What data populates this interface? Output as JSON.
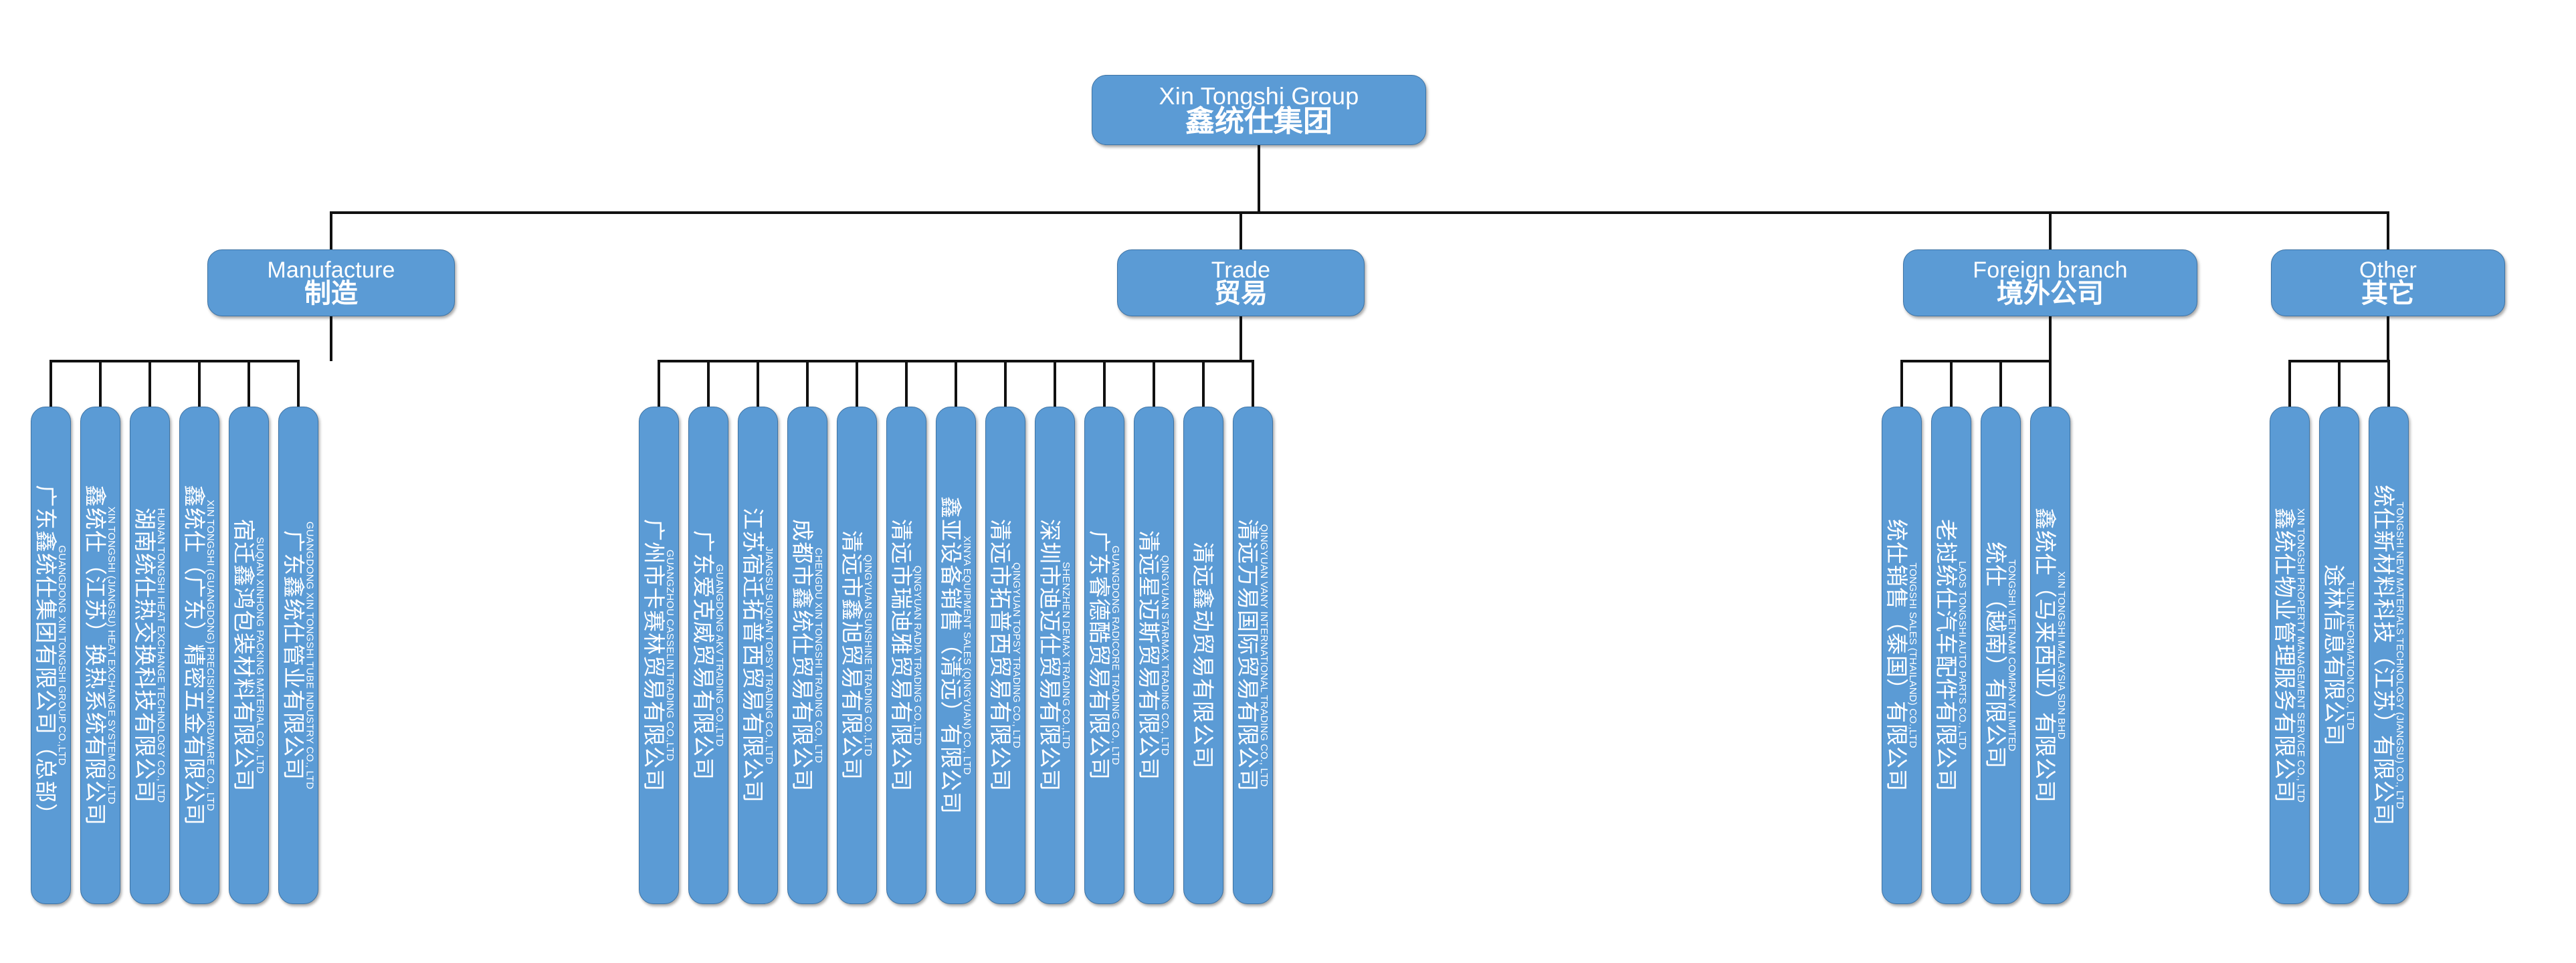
{
  "colors": {
    "node_fill": "#5b9bd5",
    "node_border": "#3d73a5",
    "node_text": "#ffffff",
    "connector": "#111111",
    "background": "#ffffff"
  },
  "chart_data": {
    "type": "diagram",
    "diagram_type": "organization-chart",
    "orientation": "top-down",
    "levels": 3,
    "node_count": 33
  },
  "root": {
    "en": "Xin Tongshi Group",
    "cn": "鑫统仕集团"
  },
  "divisions": [
    {
      "id": "manufacture",
      "en": "Manufacture",
      "cn": "制造",
      "children": [
        {
          "cn": "广东鑫统仕集团有限公司（总部）",
          "en": "GUANGDONG XIN TONGSHI GROUP CO.,LTD"
        },
        {
          "cn": "鑫统仕（江苏）换热系统有限公司",
          "en": "XIN TONGSHI (JIANGSU) HEAT EXCHANGE SYSTEM CO.,LTD"
        },
        {
          "cn": "湖南统仕热交换科技有限公司",
          "en": "HUNAN TONGSHI HEAT EXCHANGE TECHNOLOGY CO., LTD"
        },
        {
          "cn": "鑫统仕（广东）精密五金有限公司",
          "en": "XIN TONGSHI (GUANGDONG) PRECISION HARDWARE CO., LTD"
        },
        {
          "cn": "宿迁鑫鸿包装材料有限公司",
          "en": "SUQIAN XINHONG PACKING MATERIAL CO., LTD"
        },
        {
          "cn": "广东鑫统仕管业有限公司",
          "en": "GUANGDONG XIN TONGSHI TUBE INDUSTRY CO., LTD"
        }
      ]
    },
    {
      "id": "trade",
      "en": "Trade",
      "cn": "贸易",
      "children": [
        {
          "cn": "广州市卡赛林贸易有限公司",
          "en": "GUANGZHOU CASSELIN TRADING CO.,LTD"
        },
        {
          "cn": "广东爱克威贸易有限公司",
          "en": "GUANGDONG AKV TRADING CO.,LTD"
        },
        {
          "cn": "江苏宿迁拓普西贸易有限公司",
          "en": "JIANGSU SUQIAN TOPSY TRADING CO., LTD"
        },
        {
          "cn": "成都市鑫统仕贸易有限公司",
          "en": "CHENGDU XIN TONGSHI TRADING CO., LTD"
        },
        {
          "cn": "清远市鑫旭贸易有限公司",
          "en": "QINGYUAN SUNSHINE TRADING CO.,LTD"
        },
        {
          "cn": "清远市瑞迪雅贸易有限公司",
          "en": "QINGYUAN RADIA TRADING CO.,LTD"
        },
        {
          "cn": "鑫亚设备销售（清远）有限公司",
          "en": "XINYA EQUIPMENT SALES (QINGYUAN) CO., LTD"
        },
        {
          "cn": "清远市拓普西贸易有限公司",
          "en": "QINGYUAN TOPSY TRADING CO., LTD"
        },
        {
          "cn": "深圳市迪迈仕贸易有限公司",
          "en": "SHENZHEN DEMAX TRADING CO.,LTD"
        },
        {
          "cn": "广东睿德酷贸易有限公司",
          "en": "GUANGDONG RADICORE TRADING CO., LTD"
        },
        {
          "cn": "清远星迈斯贸易有限公司",
          "en": "QINGYUAN STARMAX TRADING CO., LTD"
        },
        {
          "cn": "清远鑫动贸易有限公司",
          "en": ""
        },
        {
          "cn": "清远万易国际贸易有限公司",
          "en": "QINGYUAN VANY INTERNATIONAL TRADING CO., LTD"
        }
      ]
    },
    {
      "id": "foreign-branch",
      "en": "Foreign branch",
      "cn": "境外公司",
      "children": [
        {
          "cn": "统仕销售（泰国）有限公司",
          "en": "TONGSHI SALES (THAILAND) CO.,LTD"
        },
        {
          "cn": "老挝统仕汽车配件有限公司",
          "en": "LAOS TONGSHI AUTO PARTS CO., LTD"
        },
        {
          "cn": "统仕（越南）有限公司",
          "en": "TONGSHI VIETNAM COMPANY LIMITED"
        },
        {
          "cn": "鑫统仕（马来西亚）有限公司",
          "en": "XIN TONGSHI MALAYSIA SDN BHD"
        }
      ]
    },
    {
      "id": "other",
      "en": "Other",
      "cn": "其它",
      "children": [
        {
          "cn": "鑫统仕物业管理服务有限公司",
          "en": "XIN TONGSHI PROPERTY MANAGEMENT SERVICE CO., LTD"
        },
        {
          "cn": "途林信息有限公司",
          "en": "TULIN INFORMATION CO., LTD"
        },
        {
          "cn": "统仕新材料科技（江苏）有限公司",
          "en": "TONGSHI NEW MATERIALS TECHNOLOGY (JIANGSU) CO., LTD"
        }
      ]
    }
  ]
}
